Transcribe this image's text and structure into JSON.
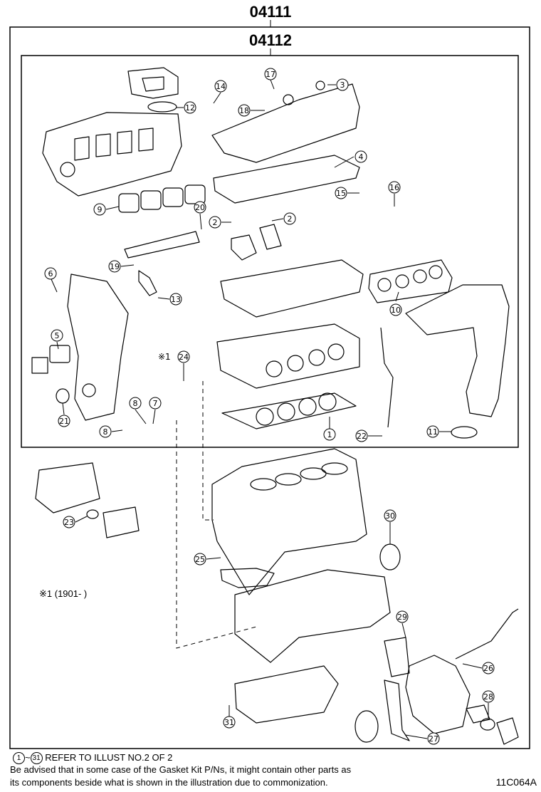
{
  "titles": {
    "outer": "04111",
    "inner": "04112"
  },
  "callouts": [
    "1",
    "2",
    "2",
    "3",
    "4",
    "5",
    "6",
    "7",
    "8",
    "8",
    "9",
    "10",
    "11",
    "12",
    "13",
    "14",
    "15",
    "16",
    "17",
    "18",
    "19",
    "20",
    "21",
    "22",
    "23",
    "24",
    "25",
    "26",
    "27",
    "28",
    "29",
    "30",
    "31"
  ],
  "serial_note": {
    "mark": "※1",
    "label": "※1 (1901-     )"
  },
  "footer": {
    "ref_from": "1",
    "ref_to": "31",
    "ref_text": "REFER TO ILLUST NO.2 OF 2",
    "note_line1": "Be advised that in some case of the Gasket Kit P/Ns,  it might contain other parts as",
    "note_line2": "its components beside what is shown in the illustration due to commonization.",
    "code": "11C064A"
  }
}
